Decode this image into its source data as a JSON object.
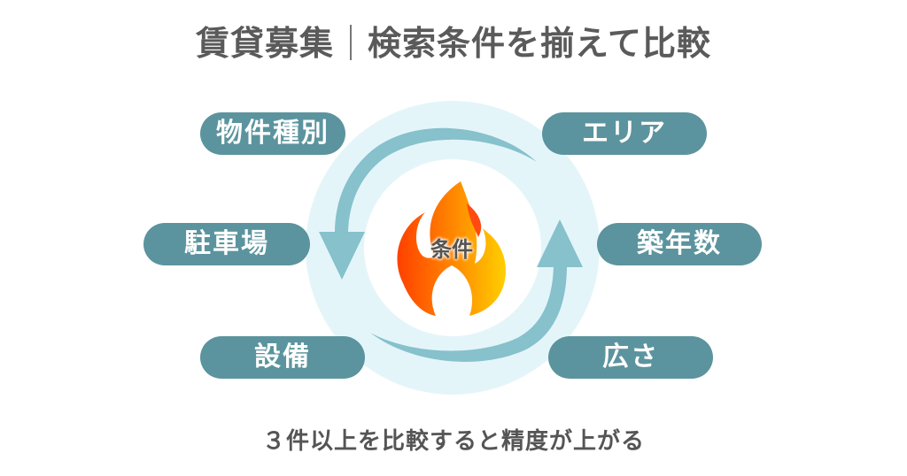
{
  "header": {
    "title_left": "賃貸募集",
    "title_right": "検索条件を揃えて比較"
  },
  "diagram": {
    "center_label": "条件",
    "center_icon": "flame-icon",
    "left_items": [
      {
        "label": "物件種別"
      },
      {
        "label": "駐車場"
      },
      {
        "label": "設備"
      }
    ],
    "right_items": [
      {
        "label": "エリア"
      },
      {
        "label": "築年数"
      },
      {
        "label": "広さ"
      }
    ],
    "colors": {
      "pill": "#5b949e",
      "pill_text": "#ffffff",
      "ring": "#e4f5fa",
      "arrow": "#86c1cc",
      "flame_start": "#ff4500",
      "flame_end": "#ffd000",
      "title_text": "#5a5a5a"
    }
  },
  "footer": {
    "caption": "３件以上を比較すると精度が上がる"
  }
}
